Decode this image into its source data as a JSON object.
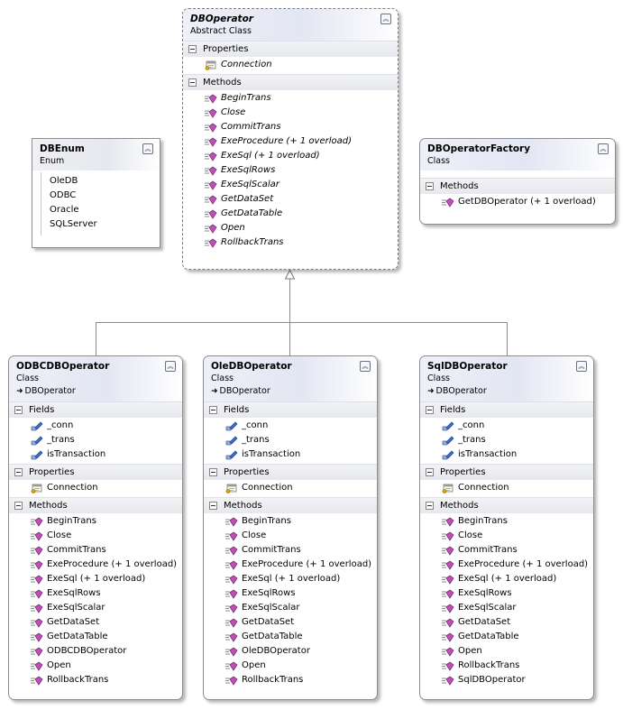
{
  "db_operator": {
    "name": "DBOperator",
    "kind": "Abstract Class",
    "properties_label": "Properties",
    "properties": [
      "Connection"
    ],
    "methods_label": "Methods",
    "methods": [
      "BeginTrans",
      "Close",
      "CommitTrans",
      "ExeProcedure (+ 1 overload)",
      "ExeSql (+ 1 overload)",
      "ExeSqlRows",
      "ExeSqlScalar",
      "GetDataSet",
      "GetDataTable",
      "Open",
      "RollbackTrans"
    ]
  },
  "db_enum": {
    "name": "DBEnum",
    "kind": "Enum",
    "values": [
      "OleDB",
      "ODBC",
      "Oracle",
      "SQLServer"
    ]
  },
  "db_operator_factory": {
    "name": "DBOperatorFactory",
    "kind": "Class",
    "methods_label": "Methods",
    "methods": [
      "GetDBOperator (+ 1 overload)"
    ]
  },
  "odbc_operator": {
    "name": "ODBCDBOperator",
    "kind": "Class",
    "base": "DBOperator",
    "fields_label": "Fields",
    "fields": [
      "_conn",
      "_trans",
      "isTransaction"
    ],
    "properties_label": "Properties",
    "properties": [
      "Connection"
    ],
    "methods_label": "Methods",
    "methods": [
      "BeginTrans",
      "Close",
      "CommitTrans",
      "ExeProcedure (+ 1 overload)",
      "ExeSql (+ 1 overload)",
      "ExeSqlRows",
      "ExeSqlScalar",
      "GetDataSet",
      "GetDataTable",
      "ODBCDBOperator",
      "Open",
      "RollbackTrans"
    ]
  },
  "oledb_operator": {
    "name": "OleDBOperator",
    "kind": "Class",
    "base": "DBOperator",
    "fields_label": "Fields",
    "fields": [
      "_conn",
      "_trans",
      "isTransaction"
    ],
    "properties_label": "Properties",
    "properties": [
      "Connection"
    ],
    "methods_label": "Methods",
    "methods": [
      "BeginTrans",
      "Close",
      "CommitTrans",
      "ExeProcedure (+ 1 overload)",
      "ExeSql (+ 1 overload)",
      "ExeSqlRows",
      "ExeSqlScalar",
      "GetDataSet",
      "GetDataTable",
      "OleDBOperator",
      "Open",
      "RollbackTrans"
    ]
  },
  "sql_operator": {
    "name": "SqlDBOperator",
    "kind": "Class",
    "base": "DBOperator",
    "fields_label": "Fields",
    "fields": [
      "_conn",
      "_trans",
      "isTransaction"
    ],
    "properties_label": "Properties",
    "properties": [
      "Connection"
    ],
    "methods_label": "Methods",
    "methods": [
      "BeginTrans",
      "Close",
      "CommitTrans",
      "ExeProcedure (+ 1 overload)",
      "ExeSql (+ 1 overload)",
      "ExeSqlRows",
      "ExeSqlScalar",
      "GetDataSet",
      "GetDataTable",
      "Open",
      "RollbackTrans",
      "SqlDBOperator"
    ]
  },
  "icons": {
    "method": "method-icon",
    "field": "field-icon",
    "property": "property-icon",
    "collapse": "chevron-up-icon",
    "inheritance": "inheritance-arrow-icon"
  },
  "colors": {
    "method_icon": "#c24fbf",
    "field_icon": "#3a6fd0",
    "header": "#e3e6f3",
    "section": "#eceef2"
  }
}
